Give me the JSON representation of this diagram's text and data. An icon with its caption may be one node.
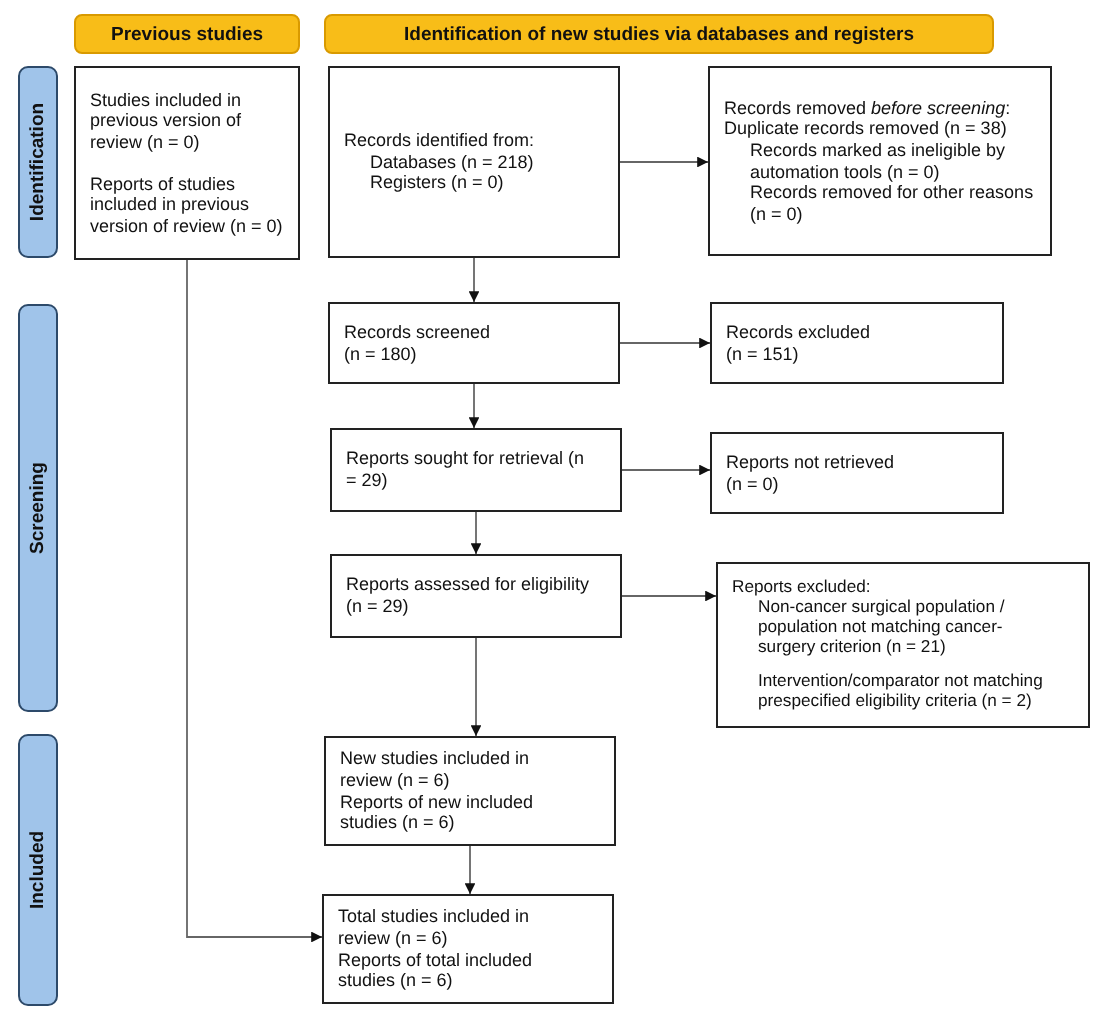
{
  "diagram": {
    "nodes": [
      {
        "text": [
          "Previous studies"
        ]
      },
      {
        "text": [
          "Identification of new studies via databases and registers"
        ]
      },
      {
        "text": [
          "Identification"
        ]
      },
      {
        "text": [
          "Screening"
        ]
      },
      {
        "text": [
          "Included"
        ]
      },
      {
        "text": [
          "Studies included in previous version of review (n = 0)",
          "Reports of studies included in previous version of review (n = 0)"
        ]
      },
      {
        "text": [
          "Records identified from:",
          "Databases (n = 218)",
          "Registers (n = 0)"
        ]
      },
      {
        "text": [
          "Records removed *before screening*:",
          "Duplicate records removed (n = 38)",
          "Records marked as ineligible by automation tools (n = 0)",
          "Records removed for other reasons (n = 0)"
        ]
      },
      {
        "text": [
          "Records screened (n = 180)"
        ]
      },
      {
        "text": [
          "Records excluded (n = 151)"
        ]
      },
      {
        "text": [
          "Reports sought for retrieval (n = 29)"
        ]
      },
      {
        "text": [
          "Reports not retrieved (n = 0)"
        ]
      },
      {
        "text": [
          "Reports assessed for eligibility (n = 29)"
        ]
      },
      {
        "text": [
          "Reports excluded:",
          "Non-cancer surgical population / population not matching cancer-surgery criterion (n = 21)",
          "Intervention/comparator not matching prespecified eligibility criteria (n = 2)"
        ]
      },
      {
        "text": [
          "New studies included in review (n = 6)",
          "Reports of new included studies (n = 6)"
        ]
      },
      {
        "text": [
          "Total studies included in review (n = 6)",
          "Reports of total included studies (n = 6)"
        ]
      }
    ],
    "edges": [
      {
        "from": 6,
        "to": 7,
        "arrow": "to"
      },
      {
        "from": 6,
        "to": 8,
        "arrow": "to"
      },
      {
        "from": 8,
        "to": 9,
        "arrow": "to"
      },
      {
        "from": 8,
        "to": 10,
        "arrow": "to"
      },
      {
        "from": 10,
        "to": 11,
        "arrow": "to"
      },
      {
        "from": 10,
        "to": 12,
        "arrow": "to"
      },
      {
        "from": 12,
        "to": 13,
        "arrow": "to"
      },
      {
        "from": 12,
        "to": 14,
        "arrow": "to"
      },
      {
        "from": 14,
        "to": 15,
        "arrow": "to"
      },
      {
        "from": 5,
        "to": 15,
        "arrow": "to"
      }
    ]
  }
}
